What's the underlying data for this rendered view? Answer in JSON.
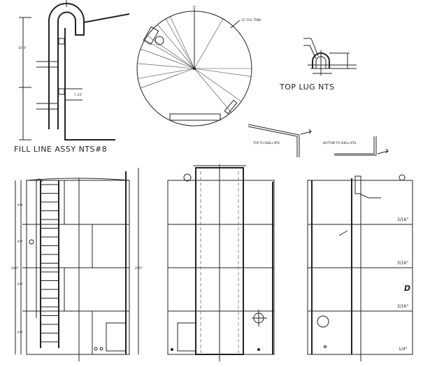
{
  "fill_line": {
    "title": "FILL LINE ASSY NTS#8",
    "dims": [
      "16'-4\"",
      "7 1/2\""
    ]
  },
  "plan_view": {
    "tank_label": "12'-O.D. TANK",
    "angle_label": "0°"
  },
  "top_lug": {
    "title": "TOP LUG NTS"
  },
  "top_to_shell": {
    "title": "TOP TO SHELL NTS"
  },
  "bottom_to_shell": {
    "title": "BOTTOM TO SHELL NTS"
  },
  "left_elevation": {
    "course_dims": [
      "6'0\"",
      "6'0\"",
      "6'0\"",
      "6'0\""
    ],
    "overall_height": "24'0\"",
    "total_height": "25'6\""
  },
  "right_elevation": {
    "course_thickness": [
      "3/16\"",
      "3/16\"",
      "3/16\"",
      "1/4\""
    ],
    "mark": "D"
  },
  "colors": {
    "line": "#222222",
    "background": "#ffffff"
  }
}
